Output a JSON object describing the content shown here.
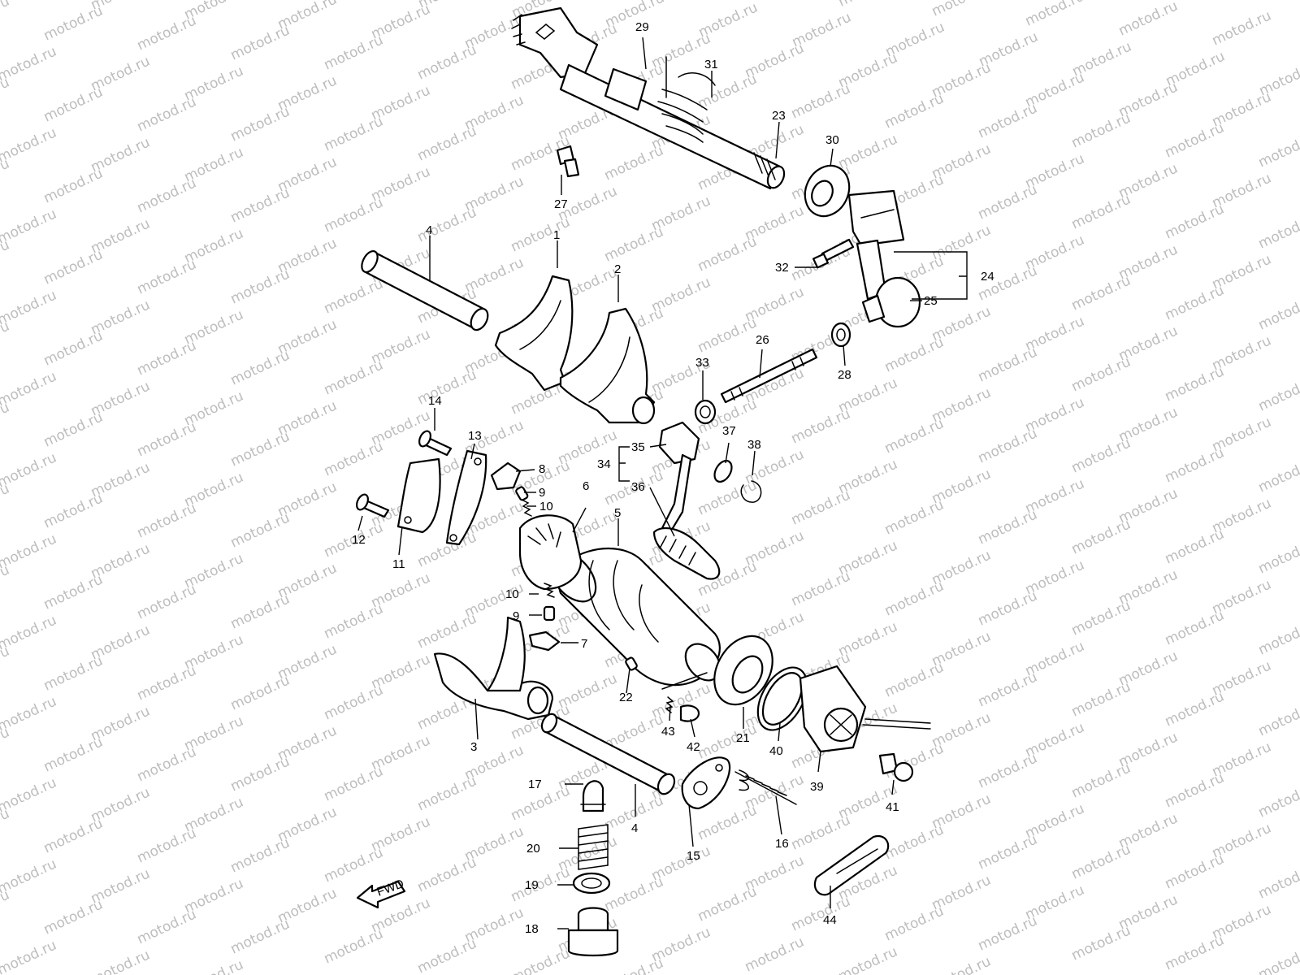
{
  "watermark": {
    "text": "motod.ru",
    "color": "#bdbdbd"
  },
  "direction_badge": {
    "label": "FWD",
    "icon": "arrow-left-icon"
  },
  "callouts": {
    "c1": "1",
    "c2": "2",
    "c3": "3",
    "c4a": "4",
    "c4b": "4",
    "c5": "5",
    "c6": "6",
    "c7": "7",
    "c8": "8",
    "c9a": "9",
    "c9b": "9",
    "c10a": "10",
    "c10b": "10",
    "c11": "11",
    "c12": "12",
    "c13": "13",
    "c14": "14",
    "c15": "15",
    "c16": "16",
    "c17": "17",
    "c18": "18",
    "c19": "19",
    "c20": "20",
    "c21": "21",
    "c22": "22",
    "c23": "23",
    "c24": "24",
    "c25": "25",
    "c26": "26",
    "c27": "27",
    "c28": "28",
    "c29": "29",
    "c30": "30",
    "c31": "31",
    "c32": "32",
    "c33": "33",
    "c34": "34",
    "c35": "35",
    "c36": "36",
    "c37": "37",
    "c38": "38",
    "c39": "39",
    "c40": "40",
    "c41": "41",
    "c42": "42",
    "c43": "43",
    "c44": "44"
  }
}
